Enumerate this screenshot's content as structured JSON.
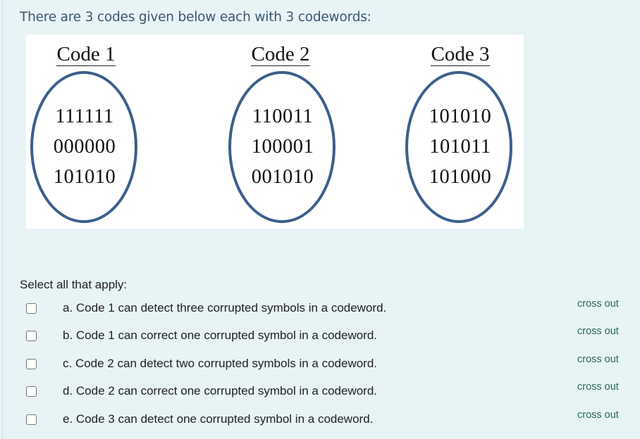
{
  "question": {
    "intro": "There are 3 codes given below each with 3 codewords:",
    "figure": {
      "codes": [
        {
          "title": "Code 1",
          "codewords": [
            "111111",
            "000000",
            "101010"
          ]
        },
        {
          "title": "Code 2",
          "codewords": [
            "110011",
            "100001",
            "001010"
          ]
        },
        {
          "title": "Code 3",
          "codewords": [
            "101010",
            "101011",
            "101000"
          ]
        }
      ],
      "ellipse_color": "#3c5f8c"
    },
    "instruction": "Select all that apply:",
    "options": [
      {
        "label": "a. Code 1 can detect three corrupted symbols in a codeword.",
        "checked": false,
        "cross_out": "cross out"
      },
      {
        "label": "b. Code 1 can correct one corrupted symbol in a codeword.",
        "checked": false,
        "cross_out": "cross out"
      },
      {
        "label": "c. Code 2 can detect two corrupted symbols in a codeword.",
        "checked": false,
        "cross_out": "cross out"
      },
      {
        "label": "d. Code 2 can correct one corrupted symbol in a codeword.",
        "checked": false,
        "cross_out": "cross out"
      },
      {
        "label": "e. Code 3 can detect one corrupted symbol in a codeword.",
        "checked": false,
        "cross_out": "cross out"
      }
    ]
  },
  "colors": {
    "background": "#e7f3f5",
    "intro_text": "#3d5570",
    "cross_out_link": "#2a6b4f"
  }
}
